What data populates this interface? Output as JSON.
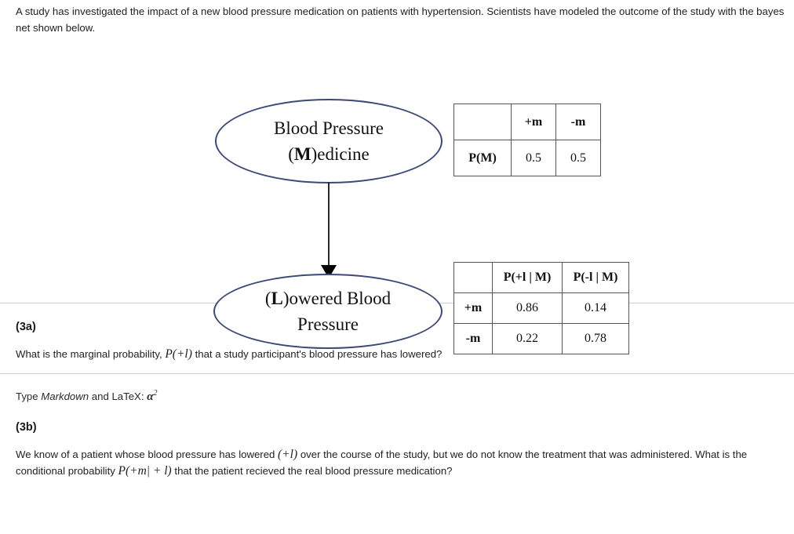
{
  "intro": {
    "text": "A study has investigated the impact of a new blood pressure medication on patients with hypertension. Scientists have modeled the outcome of the study with the bayes net shown below."
  },
  "figure": {
    "nodes": [
      {
        "id": "medicine",
        "line1": "Blood Pressure",
        "prefix": "(",
        "bold": "M",
        "suffix": ")edicine"
      },
      {
        "id": "lowered",
        "prefix": "(",
        "bold": "L",
        "suffix": ")owered Blood",
        "line2": "Pressure"
      }
    ],
    "edge": {
      "from": "medicine",
      "to": "lowered",
      "style": "arrow"
    }
  },
  "tables": {
    "prior": {
      "name": "P(M)",
      "headers": [
        "",
        "+m",
        "-m"
      ],
      "rows": [
        {
          "label": "P(M)",
          "values": [
            "0.5",
            "0.5"
          ]
        }
      ]
    },
    "conditional": {
      "name": "P(L | M)",
      "headers": [
        "",
        "P(+l | M)",
        "P(-l | M)"
      ],
      "rows": [
        {
          "label": "+m",
          "values": [
            "0.86",
            "0.14"
          ]
        },
        {
          "label": "-m",
          "values": [
            "0.22",
            "0.78"
          ]
        }
      ]
    }
  },
  "questions": [
    {
      "label": "(3a)",
      "text_before": "What is the marginal probability,",
      "math": "P(+l)",
      "text_after": "that a study participant's blood pressure has lowered?"
    },
    {
      "label": "(3b)",
      "text_before": "We know of a patient whose blood pressure has lowered",
      "math_inline": "(+l)",
      "text_mid": "over the course of the study, but we do not know the treatment that was administered. What is the conditional probability",
      "math": "P(+m| + l)",
      "text_after": "that the patient recieved the real blood pressure medication?"
    }
  ],
  "hint": {
    "prefix": "Type",
    "emphasis": "Markdown",
    "middle": "and LaTeX:",
    "symbol": "α",
    "exponent": "2"
  }
}
